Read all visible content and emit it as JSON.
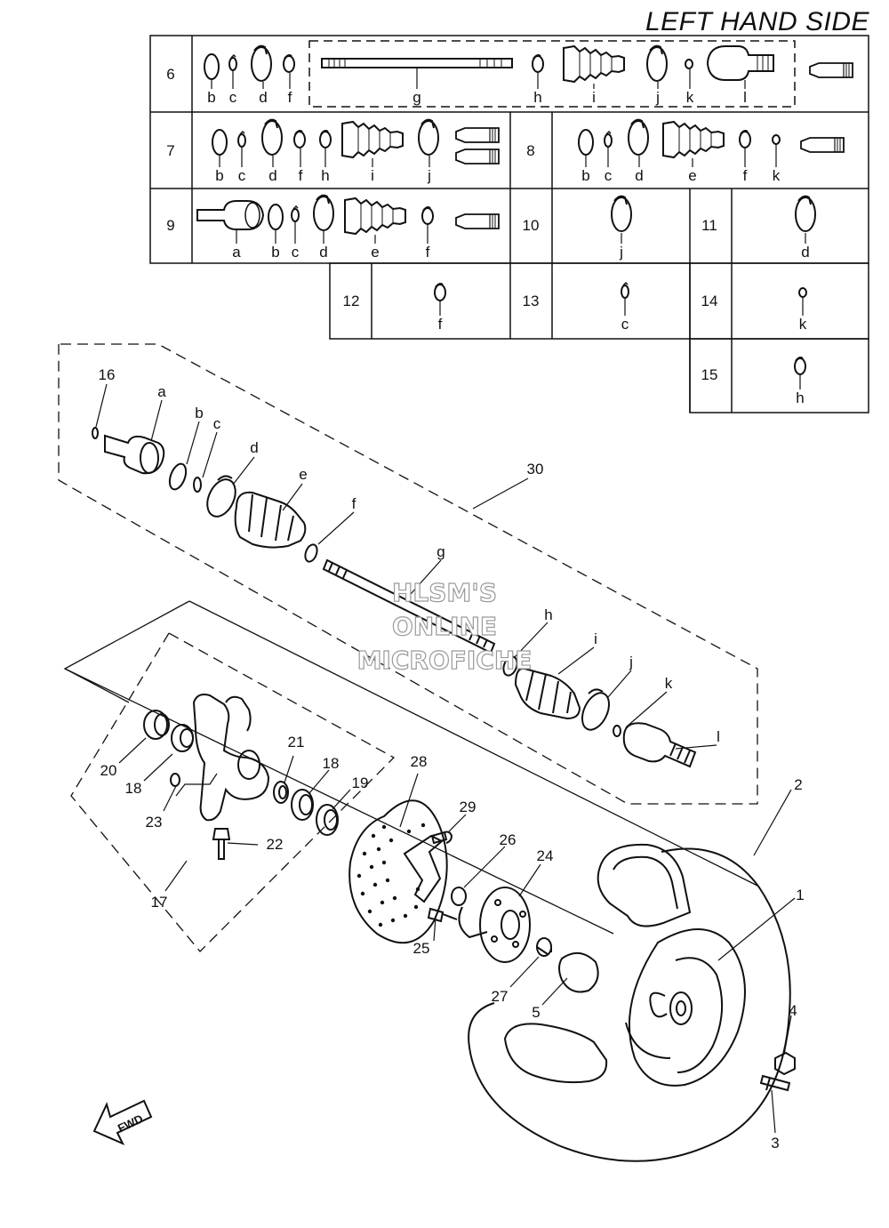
{
  "title": "LEFT HAND SIDE",
  "watermark": [
    "HLSM'S",
    "ONLINE",
    "MICROFICHE"
  ],
  "fwd_label": "FWD",
  "kit_table": {
    "rows": [
      {
        "no": "6",
        "parts": [
          "b",
          "c",
          "d",
          "f",
          "g",
          "h",
          "i",
          "j",
          "k",
          "l"
        ]
      },
      {
        "no": "7",
        "parts": [
          "b",
          "c",
          "d",
          "f",
          "h",
          "i",
          "j"
        ]
      },
      {
        "no": "8",
        "parts": [
          "b",
          "c",
          "d",
          "e",
          "f",
          "k"
        ]
      },
      {
        "no": "9",
        "parts": [
          "a",
          "b",
          "c",
          "d",
          "e",
          "f"
        ]
      },
      {
        "no": "10",
        "parts": [
          "j"
        ]
      },
      {
        "no": "11",
        "parts": [
          "d"
        ]
      },
      {
        "no": "12",
        "parts": [
          "f"
        ]
      },
      {
        "no": "13",
        "parts": [
          "c"
        ]
      },
      {
        "no": "14",
        "parts": [
          "k"
        ]
      },
      {
        "no": "15",
        "parts": [
          "h"
        ]
      }
    ]
  },
  "callouts": {
    "shaft": [
      "16",
      "a",
      "b",
      "c",
      "d",
      "e",
      "f",
      "g",
      "h",
      "i",
      "j",
      "k",
      "l",
      "30"
    ],
    "knuckle": [
      "20",
      "18",
      "23",
      "22",
      "17",
      "21",
      "18",
      "19"
    ],
    "hub": [
      "28",
      "29",
      "26",
      "24",
      "25",
      "27",
      "5"
    ],
    "wheel": [
      "2",
      "1",
      "4",
      "3"
    ]
  }
}
